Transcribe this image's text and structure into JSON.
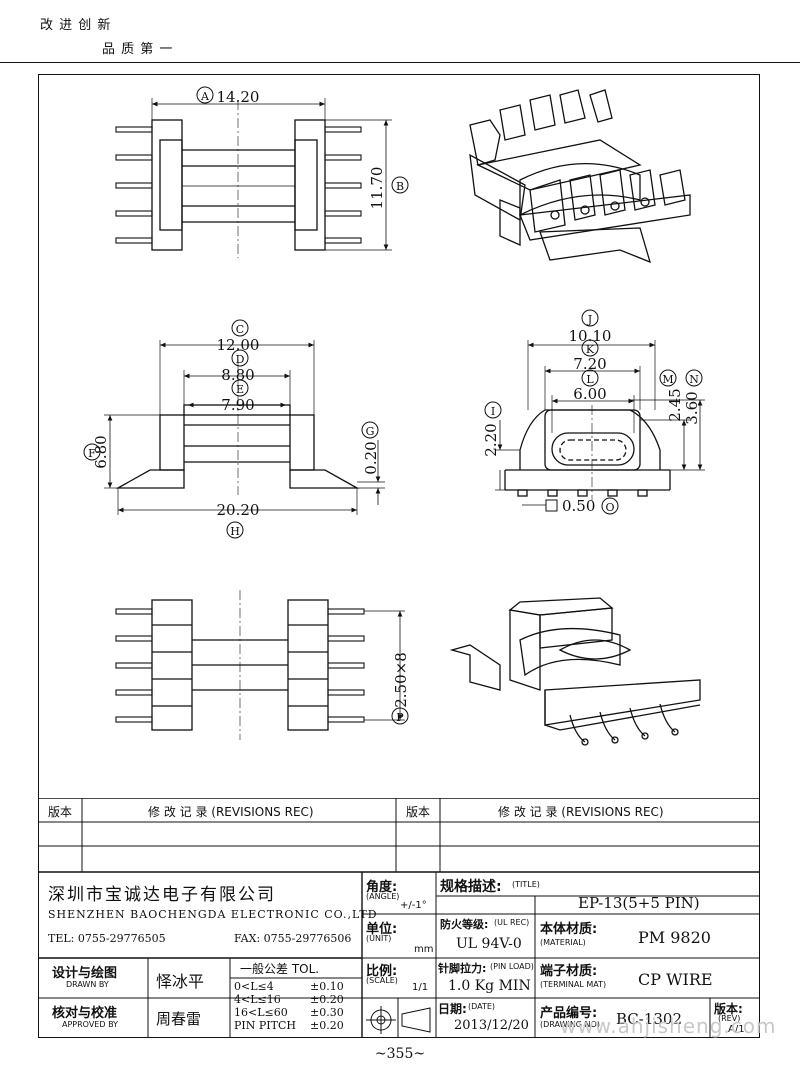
{
  "header": {
    "slogan_line1": "改 进 创 新",
    "slogan_line2": "品 质 第 一"
  },
  "dimensions": {
    "A": {
      "label": "A",
      "value": "14.20"
    },
    "B": {
      "label": "B",
      "value": "11.70"
    },
    "C": {
      "label": "C",
      "value": "12.00"
    },
    "D": {
      "label": "D",
      "value": "8.80"
    },
    "E": {
      "label": "E",
      "value": "7.90"
    },
    "F": {
      "label": "F",
      "value": "6.80"
    },
    "G": {
      "label": "G",
      "value": "0.20"
    },
    "H": {
      "label": "H",
      "value": "20.20"
    },
    "I": {
      "label": "I",
      "value": "2.20"
    },
    "J": {
      "label": "J",
      "value": "10.10"
    },
    "K": {
      "label": "K",
      "value": "7.20"
    },
    "L": {
      "label": "L",
      "value": "6.00"
    },
    "M": {
      "label": "M",
      "value": "2.45"
    },
    "N": {
      "label": "N",
      "value": "3.60"
    },
    "O": {
      "label": "O",
      "value": "0.50"
    },
    "P": {
      "label": "P",
      "value": "2.50×8"
    }
  },
  "title_block": {
    "rev_label_left": "版本",
    "rev_header_left": "修 改 记 录 (REVISIONS REC)",
    "rev_label_right": "版本",
    "rev_header_right": "修 改 记 录 (REVISIONS REC)",
    "company_cn": "深圳市宝诚达电子有限公司",
    "company_en": "SHENZHEN BAOCHENGDA ELECTRONIC CO.,LTD",
    "tel": "TEL: 0755-29776505",
    "fax": "FAX: 0755-29776506",
    "angle_label": "角度:",
    "angle_label_en": "(ANGLE)",
    "angle_value": "+/-1°",
    "unit_label": "单位:",
    "unit_label_en": "(UNIT)",
    "unit_value": "mm",
    "title_label": "规格描述:",
    "title_label_en": "(TITLE)",
    "title_value": "EP-13(5+5 PIN)",
    "flame_label": "防火等级:",
    "flame_label_en": "(UL REC)",
    "flame_value": "UL 94V-0",
    "material_label": "本体材质:",
    "material_label_en": "(MATERIAL)",
    "material_value": "PM 9820",
    "drawn_label": "设计与绘图",
    "drawn_label_en": "DRAWN BY",
    "drawn_name": "怿冰平",
    "tol_title": "一般公差 TOL.",
    "tol_rows": [
      {
        "range": "0<L≤4",
        "value": "±0.10"
      },
      {
        "range": "4<L≤16",
        "value": "±0.20"
      },
      {
        "range": "16<L≤60",
        "value": "±0.30"
      },
      {
        "range": "PIN PITCH",
        "value": "±0.20"
      }
    ],
    "scale_label": "比例:",
    "scale_label_en": "(SCALE)",
    "scale_value": "1/1",
    "pinload_label": "针脚拉力:",
    "pinload_label_en": "(PIN LOAD)",
    "pinload_value": "1.0 Kg MIN",
    "terminal_label": "端子材质:",
    "terminal_label_en": "(TERMINAL MAT)",
    "terminal_value": "CP WIRE",
    "approved_label": "核对与校准",
    "approved_label_en": "APPROVED BY",
    "approved_name": "周春雷",
    "date_label": "日期:",
    "date_label_en": "(DATE)",
    "date_value": "2013/12/20",
    "drawing_no_label": "产品编号:",
    "drawing_no_label_en": "(DRAWING NO)",
    "drawing_no_value": "BC-1302",
    "rev_label": "版本:",
    "rev_label_en": "(REV)",
    "rev_value": "A/1"
  },
  "footer": {
    "page_no": "~355~",
    "watermark": "www.ahjisheng.com"
  }
}
